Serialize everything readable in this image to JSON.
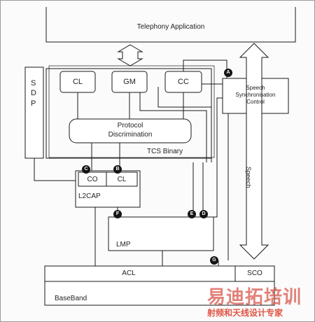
{
  "title": "Telephony Application",
  "blocks": {
    "cl_top": "CL",
    "gm": "GM",
    "cc": "CC",
    "speech_sync": "Speech Synchronisation Control",
    "sdp": "SDP",
    "protocol_disc": "Protocol Discrimination",
    "tcs_binary": "TCS Binary",
    "co": "CO",
    "cl_l2": "CL",
    "l2cap": "L2CAP",
    "lmp": "LMP",
    "acl": "ACL",
    "sco": "SCO",
    "baseband": "BaseBand",
    "speech": "Speech"
  },
  "badges": [
    "A",
    "B",
    "C",
    "D",
    "E",
    "F",
    "G"
  ],
  "watermark": {
    "main": "易迪拓培训",
    "sub": "射频和天线设计专家"
  },
  "colors": {
    "line": "#1a1a1a",
    "badge": "#151515",
    "watermark": "#d8574c"
  }
}
